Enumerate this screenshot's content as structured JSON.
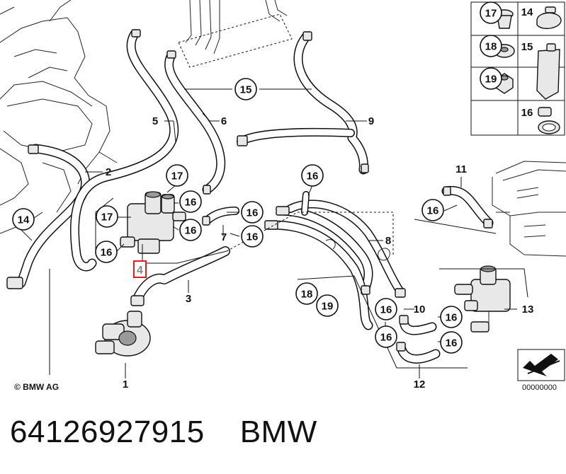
{
  "copyright": "© BMW AG",
  "image_number": "00000000",
  "caption": {
    "part_number": "64126927915",
    "brand": "BMW"
  },
  "highlighted_part": "4",
  "callouts_circled": {
    "c17a": "17",
    "c14a": "14",
    "c18a": "18",
    "c15a": "15",
    "c19a": "19",
    "c16a": "16",
    "c15": "15",
    "c17b": "17",
    "c16b": "16",
    "c17c": "17",
    "c16c": "16",
    "c16d": "16",
    "c16e": "16",
    "c16f": "16",
    "c16g": "16",
    "c16h": "16",
    "c14b": "14",
    "c18b": "18",
    "c19b": "19",
    "c16i": "16",
    "c16j": "16",
    "c16k": "16",
    "c16l": "16"
  },
  "callouts_plain": {
    "p1": "1",
    "p2": "2",
    "p3": "3",
    "p5": "5",
    "p6": "6",
    "p7": "7",
    "p8": "8",
    "p9": "9",
    "p10": "10",
    "p11": "11",
    "p12": "12",
    "p13": "13"
  }
}
